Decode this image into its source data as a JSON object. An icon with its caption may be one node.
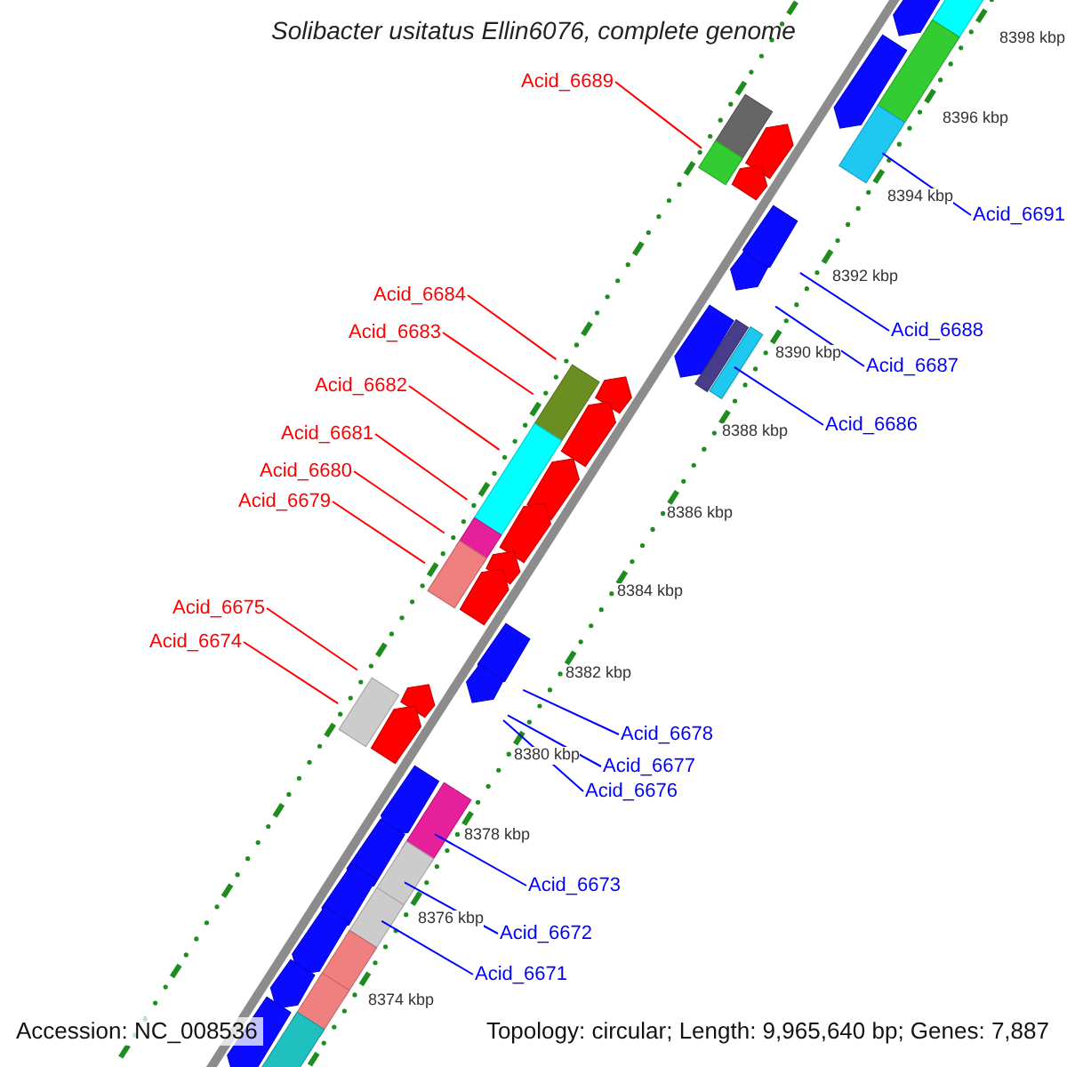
{
  "diagram": {
    "title": "Solibacter usitatus Ellin6076, complete genome",
    "nodes": [
      {
        "text": [
          "Acid_6689"
        ]
      },
      {
        "text": [
          "Acid_6691"
        ]
      },
      {
        "text": [
          "Acid_6684"
        ]
      },
      {
        "text": [
          "Acid_6683"
        ]
      },
      {
        "text": [
          "Acid_6688"
        ]
      },
      {
        "text": [
          "Acid_6687"
        ]
      },
      {
        "text": [
          "Acid_6682"
        ]
      },
      {
        "text": [
          "Acid_6686"
        ]
      },
      {
        "text": [
          "Acid_6681"
        ]
      },
      {
        "text": [
          "Acid_6680"
        ]
      },
      {
        "text": [
          "Acid_6679"
        ]
      },
      {
        "text": [
          "Acid_6675"
        ]
      },
      {
        "text": [
          "Acid_6674"
        ]
      },
      {
        "text": [
          "Acid_6678"
        ]
      },
      {
        "text": [
          "Acid_6677"
        ]
      },
      {
        "text": [
          "Acid_6676"
        ]
      },
      {
        "text": [
          "Acid_6673"
        ]
      },
      {
        "text": [
          "Acid_6672"
        ]
      },
      {
        "text": [
          "Acid_6671"
        ]
      }
    ],
    "edges": [
      {
        "from": 0,
        "to": null,
        "arrow": "none",
        "color": "#ff0000"
      },
      {
        "from": 1,
        "to": null,
        "arrow": "none"
      },
      {
        "from": 2,
        "to": null,
        "arrow": "none",
        "color": "#ff0000"
      },
      {
        "from": 3,
        "to": null,
        "arrow": "none",
        "color": "#ff0000"
      },
      {
        "from": 4,
        "to": null,
        "arrow": "none"
      },
      {
        "from": 5,
        "to": null,
        "arrow": "none"
      },
      {
        "from": 6,
        "to": null,
        "arrow": "none",
        "color": "#ff0000"
      },
      {
        "from": 7,
        "to": null,
        "arrow": "none"
      },
      {
        "from": 8,
        "to": null,
        "arrow": "none",
        "color": "#ff0000"
      },
      {
        "from": 9,
        "to": null,
        "arrow": "none",
        "color": "#ff0000"
      },
      {
        "from": 10,
        "to": null,
        "arrow": "none",
        "color": "#ff0000"
      },
      {
        "from": 11,
        "to": null,
        "arrow": "none",
        "color": "#ff0000"
      },
      {
        "from": 12,
        "to": null,
        "arrow": "none",
        "color": "#ff0000"
      },
      {
        "from": 13,
        "to": null,
        "arrow": "none"
      },
      {
        "from": 14,
        "to": null,
        "arrow": "none"
      },
      {
        "from": 15,
        "to": null,
        "arrow": "none"
      },
      {
        "from": 16,
        "to": null,
        "arrow": "none"
      },
      {
        "from": 17,
        "to": null,
        "arrow": "none"
      },
      {
        "from": 18,
        "to": null,
        "arrow": "none"
      }
    ],
    "labels": [
      "8398 kbp",
      "8396 kbp",
      "8394 kbp",
      "8392 kbp",
      "8390 kbp",
      "8388 kbp",
      "8386 kbp",
      "8384 kbp",
      "8382 kbp",
      "8380 kbp",
      "8378 kbp",
      "8376 kbp",
      "8374 kbp",
      "Accession: NC_008536",
      "Topology: circular; Length: 9,965,640 bp; Genes: 7,887"
    ]
  }
}
